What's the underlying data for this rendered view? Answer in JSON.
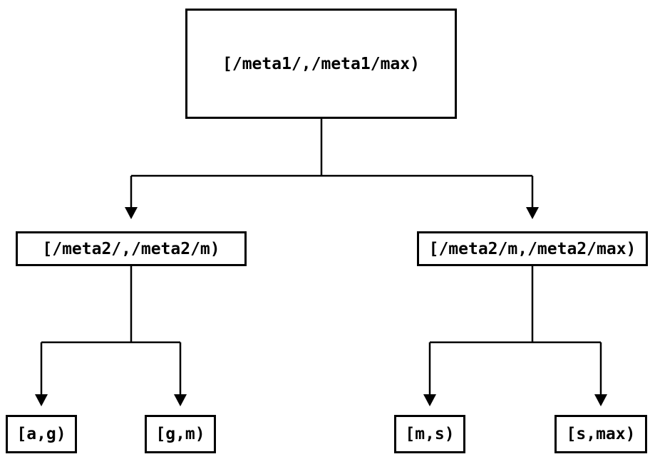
{
  "diagram": {
    "type": "tree",
    "background_color": "#ffffff",
    "stroke_color": "#000000",
    "text_color": "#000000",
    "nodes": {
      "root": {
        "label": "[/meta1/,/meta1/max)"
      },
      "left": {
        "label": "[/meta2/,/meta2/m)"
      },
      "right": {
        "label": "[/meta2/m,/meta2/max)"
      },
      "leaf_ag": {
        "label": "[a,g)"
      },
      "leaf_gm": {
        "label": "[g,m)"
      },
      "leaf_ms": {
        "label": "[m,s)"
      },
      "leaf_smax": {
        "label": "[s,max)"
      }
    },
    "edges": [
      {
        "from": "root",
        "to": "left"
      },
      {
        "from": "root",
        "to": "right"
      },
      {
        "from": "left",
        "to": "leaf_ag"
      },
      {
        "from": "left",
        "to": "leaf_gm"
      },
      {
        "from": "right",
        "to": "leaf_ms"
      },
      {
        "from": "right",
        "to": "leaf_smax"
      }
    ]
  }
}
